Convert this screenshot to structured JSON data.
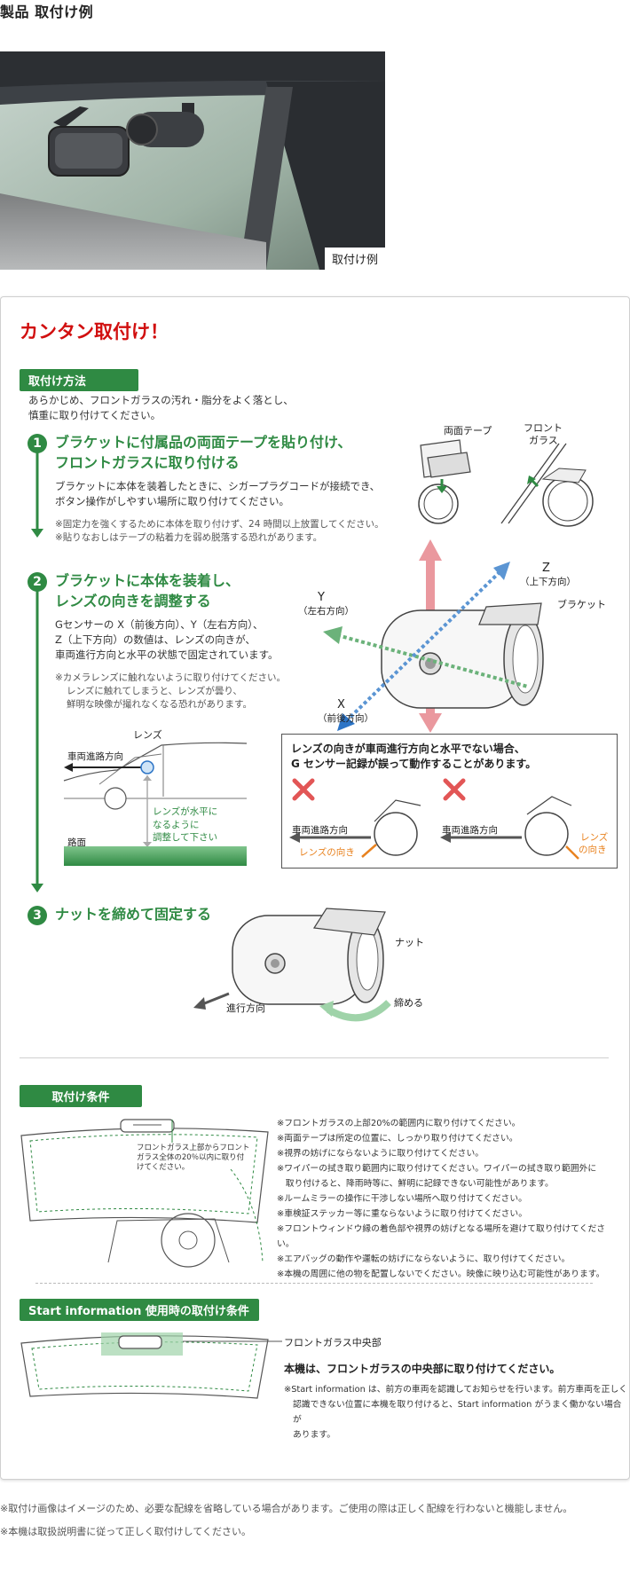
{
  "page_title": "製品 取付け例",
  "photo_caption": "取付け例",
  "card_title": "カンタン取付け！",
  "method": {
    "tag": "取付け方法",
    "intro_1": "あらかじめ、フロントガラスの汚れ・脂分をよく落とし、",
    "intro_2": "慎重に取り付けてください。"
  },
  "step1": {
    "num": "1",
    "title_1": "ブラケットに付属品の両面テープを貼り付け、",
    "title_2": "フロントガラスに取り付ける",
    "body_1": "ブラケットに本体を装着したときに、シガープラグコードが接続でき、",
    "body_2": "ボタン操作がしやすい場所に取り付けてください。",
    "note_1": "※固定力を強くするために本体を取り付けず、24 時間以上放置してください。",
    "note_2": "※貼りなおしはテープの粘着力を弱め脱落する恐れがあります。",
    "label_tape": "両面テープ",
    "label_glass_1": "フロント",
    "label_glass_2": "ガラス"
  },
  "step2": {
    "num": "2",
    "title_1": "ブラケットに本体を装着し、",
    "title_2": "レンズの向きを調整する",
    "body_1": "Gセンサーの X（前後方向）、Y（左右方向）、",
    "body_2": "Z（上下方向）の数値は、レンズの向きが、",
    "body_3": "車両進行方向と水平の状態で固定されています。",
    "note_1": "※カメラレンズに触れないように取り付けてください。",
    "note_2": "レンズに触れてしまうと、レンズが曇り、",
    "note_3": "鮮明な映像が撮れなくなる恐れがあります。",
    "axis_z": "Z",
    "axis_z_sub": "（上下方向）",
    "axis_y": "Y",
    "axis_y_sub": "（左右方向）",
    "axis_x": "X",
    "axis_x_sub": "（前後方向）",
    "label_bracket": "ブラケット",
    "label_lens": "レンズ",
    "label_direction": "車両進路方向",
    "label_level_1": "レンズが水平に",
    "label_level_2": "なるように",
    "label_level_3": "調整して下さい",
    "label_road": "路面",
    "warn_1": "レンズの向きが車両進行方向と水平でない場合、",
    "warn_2": "G センサー記録が誤って動作することがあります。",
    "warn_dir_a": "車両進路方向",
    "warn_lens_a": "レンズの向き",
    "warn_dir_b": "車両進路方向",
    "warn_lens_b_1": "レンズ",
    "warn_lens_b_2": "の向き"
  },
  "step3": {
    "num": "3",
    "title": "ナットを締めて固定する",
    "label_nut": "ナット",
    "label_dir": "進行方向",
    "label_tighten": "締める"
  },
  "conditions": {
    "tag": "取付け条件",
    "callout_1": "フロントガラス上部からフロント",
    "callout_2": "ガラス全体の20％以内に取り付",
    "callout_3": "けてください。",
    "notes": [
      "※フロントガラスの上部20%の範囲内に取り付けてください。",
      "※両面テープは所定の位置に、しっかり取り付けてください。",
      "※視界の妨げにならないように取り付けてください。",
      "※ワイパーの拭き取り範囲内に取り付けてください。ワイパーの拭き取り範囲外に",
      "　取り付けると、降雨時等に、鮮明に記録できない可能性があります。",
      "※ルームミラーの操作に干渉しない場所へ取り付けてください。",
      "※車検証ステッカー等に重ならないように取り付けてください。",
      "※フロントウィンドウ縁の着色部や視界の妨げとなる場所を避けて取り付けてください。",
      "※エアバッグの動作や運転の妨げにならないように、取り付けてください。",
      "※本機の周囲に他の物を配置しないでください。映像に映り込む可能性があります。"
    ]
  },
  "start_info": {
    "tag": "Start information 使用時の取付け条件",
    "label_center": "フロントガラス中央部",
    "headline": "本機は、フロントガラスの中央部に取り付けてください。",
    "note_1": "※Start information は、前方の車両を認識してお知らせを行います。前方車両を正しく",
    "note_2": "認識できない位置に本機を取り付けると、Start information がうまく働かない場合が",
    "note_3": "あります。"
  },
  "footer": {
    "line_1": "※取付け画像はイメージのため、必要な配線を省略している場合があります。ご使用の際は正しく配線を行わないと機能しません。",
    "line_2": "※本機は取扱説明書に従って正しく取付けしてください。"
  },
  "colors": {
    "green": "#2f8a43",
    "red": "#d10f0f",
    "blue": "#2c74c6",
    "orange": "#e8821f"
  }
}
